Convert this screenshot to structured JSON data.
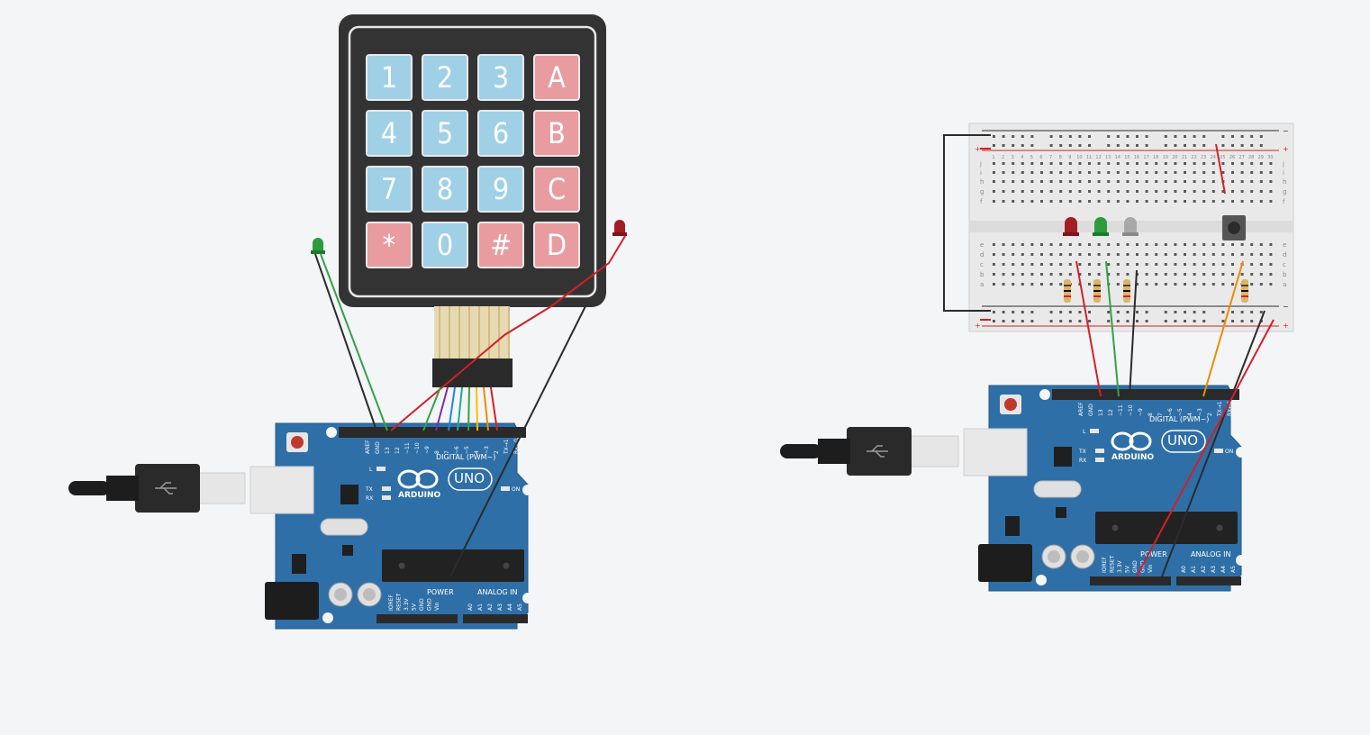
{
  "keypad": {
    "keys": [
      "1",
      "2",
      "3",
      "A",
      "4",
      "5",
      "6",
      "B",
      "7",
      "8",
      "9",
      "C",
      "*",
      "0",
      "#",
      "D"
    ]
  },
  "arduino": {
    "brand": "ARDUINO",
    "model": "UNO",
    "digital_label": "DIGITAL (PWM~)",
    "power_label": "POWER",
    "analog_label": "ANALOG IN",
    "on_label": "ON",
    "l_label": "L",
    "tx_label": "TX",
    "rx_label": "RX",
    "digital_pins": [
      "AREF",
      "GND",
      "13",
      "12",
      "~11",
      "~10",
      "~9",
      "8",
      "7",
      "~6",
      "~5",
      "4",
      "~3",
      "2",
      "TX→1",
      "RX←0"
    ],
    "power_pins": [
      "IOREF",
      "RESET",
      "3.3V",
      "5V",
      "GND",
      "GND",
      "Vin"
    ],
    "analog_pins": [
      "A0",
      "A1",
      "A2",
      "A3",
      "A4",
      "A5"
    ]
  },
  "breadboard": {
    "rail_plus": "+",
    "rail_minus": "−",
    "rows_top": [
      "j",
      "i",
      "h",
      "g",
      "f"
    ],
    "rows_bottom": [
      "e",
      "d",
      "c",
      "b",
      "a"
    ],
    "columns": [
      "1",
      "2",
      "3",
      "4",
      "5",
      "6",
      "7",
      "8",
      "9",
      "10",
      "11",
      "12",
      "13",
      "14",
      "15",
      "16",
      "17",
      "18",
      "19",
      "20",
      "21",
      "22",
      "23",
      "24",
      "25",
      "26",
      "27",
      "28",
      "29",
      "30"
    ]
  },
  "colors": {
    "board_blue": "#2f6fa7",
    "wire_red": "#d32027",
    "wire_black": "#2b2b2b",
    "wire_green": "#34a244",
    "wire_orange": "#f08a00",
    "key_blue": "#9fd0e6",
    "key_red": "#e89ca0"
  }
}
